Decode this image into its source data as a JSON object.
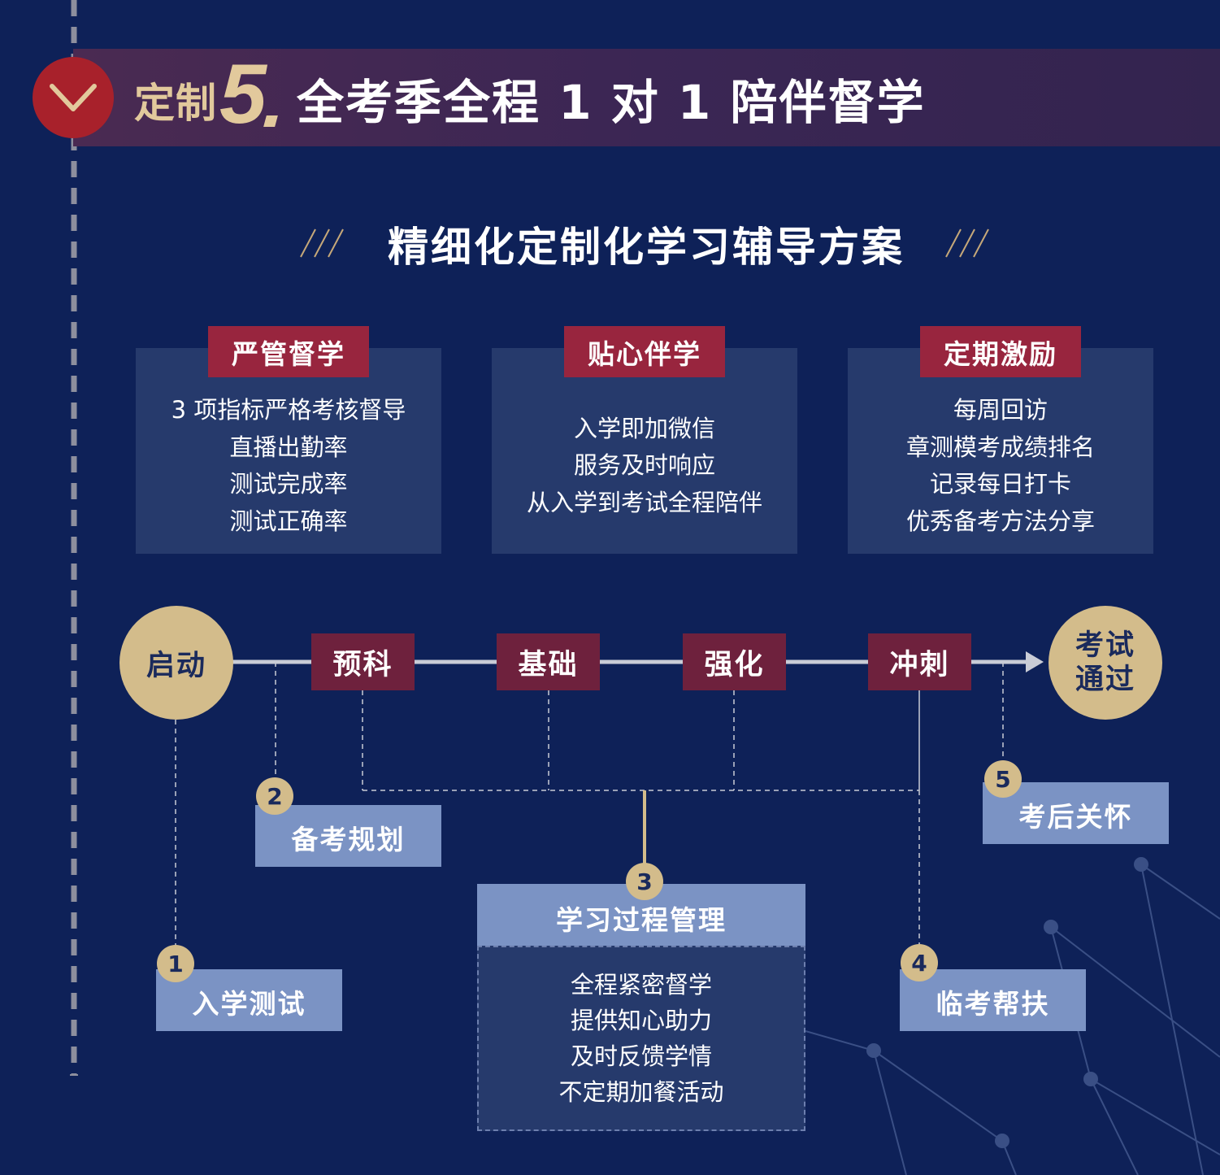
{
  "header": {
    "prefix": "定制",
    "number": "5",
    "title": "全考季全程 1 对 1 陪伴督学"
  },
  "section": {
    "title": "精细化定制化学习辅导方案"
  },
  "cards": [
    {
      "tag": "严管督学",
      "lines": [
        "3 项指标严格考核督导",
        "直播出勤率",
        "测试完成率",
        "测试正确率"
      ]
    },
    {
      "tag": "贴心伴学",
      "lines": [
        "入学即加微信",
        "服务及时响应",
        "从入学到考试全程陪伴"
      ]
    },
    {
      "tag": "定期激励",
      "lines": [
        "每周回访",
        "章测模考成绩排名",
        "记录每日打卡",
        "优秀备考方法分享"
      ]
    }
  ],
  "timeline": {
    "start": "启动",
    "stages": [
      "预科",
      "基础",
      "强化",
      "冲刺"
    ],
    "end_line1": "考试",
    "end_line2": "通过"
  },
  "steps": [
    {
      "num": "1",
      "label": "入学测试"
    },
    {
      "num": "2",
      "label": "备考规划"
    },
    {
      "num": "3",
      "label": "学习过程管理",
      "lines": [
        "全程紧密督学",
        "提供知心助力",
        "及时反馈学情",
        "不定期加餐活动"
      ]
    },
    {
      "num": "4",
      "label": "临考帮扶"
    },
    {
      "num": "5",
      "label": "考后关怀"
    }
  ],
  "colors": {
    "background": "#0e2158",
    "gold": "#d3bc8b",
    "crimson": "#98253e",
    "card": "#263a6c",
    "step_box": "#7b93c4"
  }
}
